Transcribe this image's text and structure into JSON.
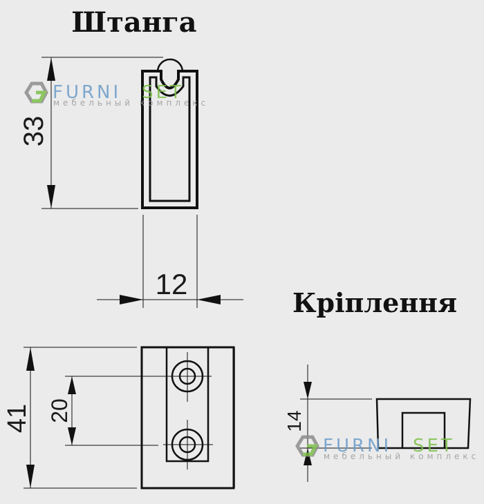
{
  "titles": {
    "rod": "Штанга",
    "mount": "Кріплення"
  },
  "dimensions": {
    "rod_height": "33",
    "rod_width": "12",
    "mount_height": "41",
    "mount_hole_spacing": "20",
    "mount_depth": "14"
  },
  "watermark": {
    "brand_left": "FURNI",
    "brand_right": "SET",
    "tagline": "мебельный комплекс",
    "color_blue": "#6a9cc8",
    "color_green": "#7cc04a",
    "color_gray": "#8c8c8c"
  }
}
